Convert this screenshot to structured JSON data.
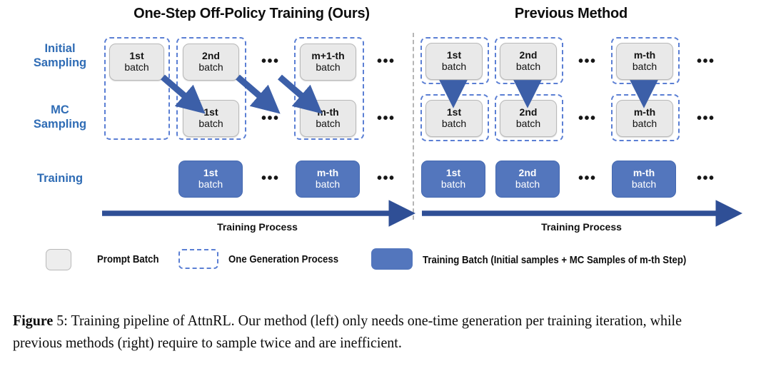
{
  "figure": {
    "panels": [
      {
        "id": "ours",
        "title": "One-Step Off-Policy Training (Ours)"
      },
      {
        "id": "previous",
        "title": "Previous Method"
      }
    ],
    "row_labels": [
      {
        "line1": "Initial",
        "line2": "Sampling"
      },
      {
        "line1": "MC",
        "line2": "Sampling"
      },
      {
        "line1": "Training",
        "line2": ""
      }
    ],
    "ellipsis": "•••",
    "process_label": "Training Process",
    "ours": {
      "initial_sampling": [
        {
          "t1": "1st",
          "t2": "batch"
        },
        {
          "t1": "2nd",
          "t2": "batch"
        },
        {
          "t1": "m+1-th",
          "t2": "batch"
        }
      ],
      "mc_sampling": [
        {
          "t1": "1st",
          "t2": "batch"
        },
        {
          "t1": "m-th",
          "t2": "batch"
        }
      ],
      "training": [
        {
          "t1": "1st",
          "t2": "batch"
        },
        {
          "t1": "m-th",
          "t2": "batch"
        }
      ]
    },
    "previous": {
      "initial_sampling": [
        {
          "t1": "1st",
          "t2": "batch"
        },
        {
          "t1": "2nd",
          "t2": "batch"
        },
        {
          "t1": "m-th",
          "t2": "batch"
        }
      ],
      "mc_sampling": [
        {
          "t1": "1st",
          "t2": "batch"
        },
        {
          "t1": "2nd",
          "t2": "batch"
        },
        {
          "t1": "m-th",
          "t2": "batch"
        }
      ],
      "training": [
        {
          "t1": "1st",
          "t2": "batch"
        },
        {
          "t1": "2nd",
          "t2": "batch"
        },
        {
          "t1": "m-th",
          "t2": "batch"
        }
      ]
    },
    "legend": [
      {
        "swatch": "gray-box",
        "label": "Prompt Batch"
      },
      {
        "swatch": "dashed-box",
        "label": "One Generation Process"
      },
      {
        "swatch": "blue-box",
        "label": "Training Batch (Initial samples + MC Samples of m-th Step)"
      }
    ],
    "colors": {
      "accent_blue": "#5376bd",
      "label_blue": "#2f6cb5",
      "dashed_blue": "#5b7fd4",
      "arrow_blue": "#3c5fa8",
      "gray_box": "#e9e9e9",
      "divider_gray": "#b5b5b5"
    }
  },
  "caption": {
    "prefix": "Figure",
    "number": " 5: ",
    "text": "Training pipeline of AttnRL. Our method (left) only needs one-time generation per training iteration, while previous methods (right) require to sample twice and are inefficient."
  }
}
